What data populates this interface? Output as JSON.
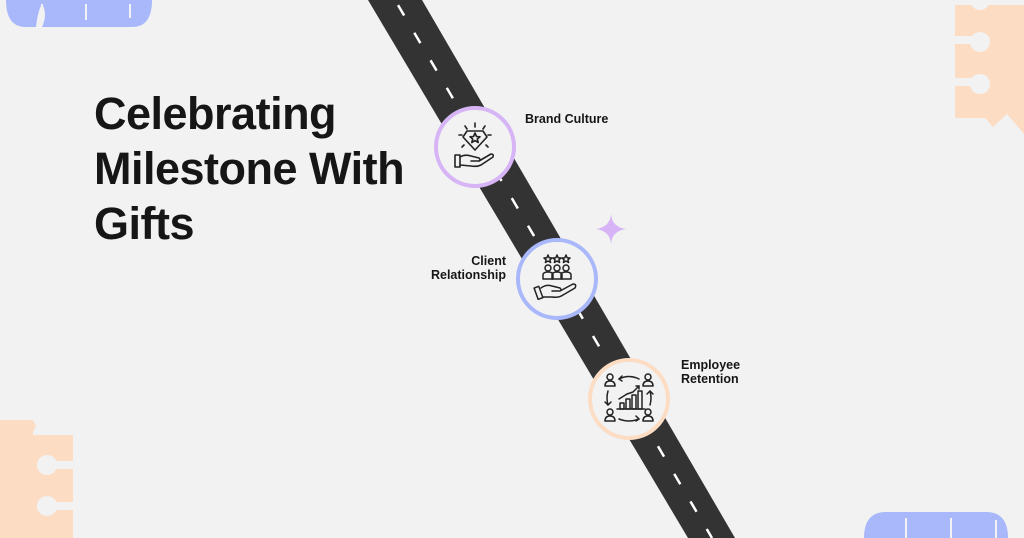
{
  "title": {
    "lines": [
      "Celebrating",
      "Milestone With",
      "Gifts"
    ]
  },
  "milestones": [
    {
      "label_lines": [
        "Brand Culture"
      ],
      "icon": "diamond-in-hand-icon",
      "ring_color": "#d6b4f5"
    },
    {
      "label_lines": [
        "Client",
        "Relationship"
      ],
      "icon": "rated-clients-in-hand-icon",
      "ring_color": "#a9b7fb"
    },
    {
      "label_lines": [
        "Employee",
        "Retention"
      ],
      "icon": "employee-cycle-growth-icon",
      "ring_color": "#fddcc4"
    }
  ],
  "colors": {
    "background": "#f2f2f2",
    "road": "#333333",
    "road_dash": "#ffffff",
    "blue_decor": "#a9b7fb",
    "peach_decor": "#fddcc4",
    "sparkle": "#d6b4f5"
  }
}
